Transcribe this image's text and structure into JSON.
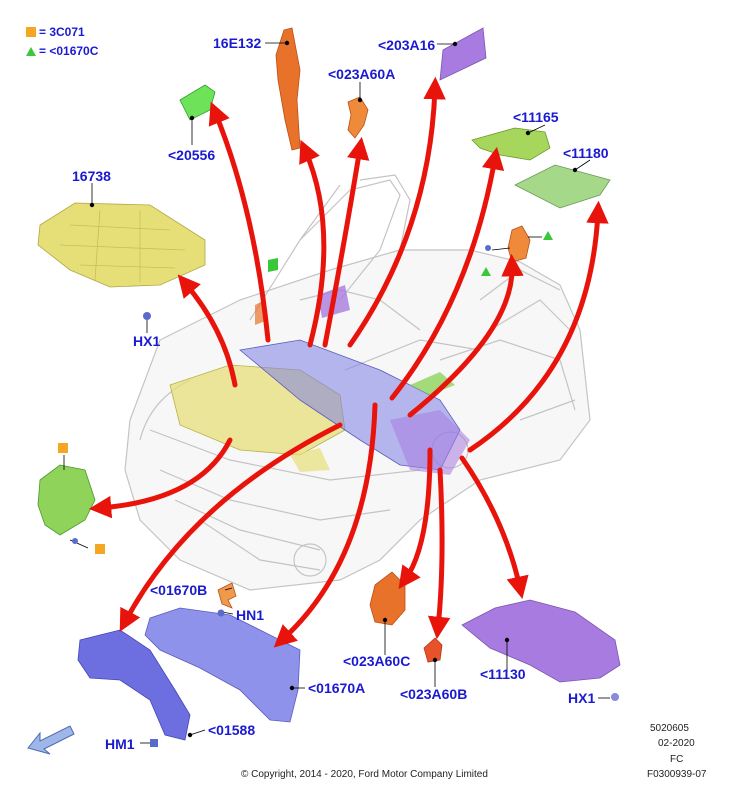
{
  "legend": [
    {
      "symbol": "square",
      "color": "#f5a623",
      "text": "= 3C071"
    },
    {
      "symbol": "triangle",
      "color": "#39c83a",
      "text": "= <01670C"
    }
  ],
  "part_labels": {
    "p16E132": "16E132",
    "p203A16": "<203A16",
    "p023A60A": "<023A60A",
    "p20556": "<20556",
    "p11165": "<11165",
    "p11180": "<11180",
    "p16738": "16738",
    "pHX1_top": "HX1",
    "p01670B": "<01670B",
    "pHN1": "HN1",
    "p01670A": "<01670A",
    "p01588": "<01588",
    "pHM1": "HM1",
    "p023A60C": "<023A60C",
    "p023A60B": "<023A60B",
    "p11130": "<11130",
    "pHX1_bottom": "HX1"
  },
  "footer": {
    "code1": "5020605",
    "date": "02-2020",
    "code2": "FC",
    "copyright": "© Copyright, 2014 - 2020, Ford Motor Company Limited",
    "figure_id": "F0300939-07"
  },
  "colors": {
    "label": "#1a1ad0",
    "arrow": "#e8140c",
    "yellow_part": "#e6df78",
    "blue_part": "#7d7fe6",
    "purple_part": "#a77be0",
    "orange_part": "#e8722a",
    "green_part": "#8fd35a"
  }
}
